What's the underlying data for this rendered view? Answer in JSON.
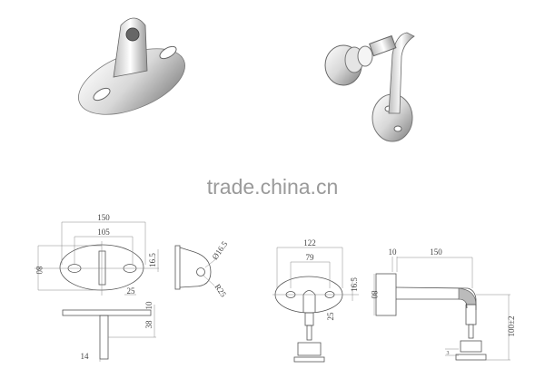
{
  "watermark": "trade.china.cn",
  "drawing_left": {
    "top_view": {
      "width": "150",
      "hole_spacing": "105",
      "height": "80",
      "hole_size": "16.5",
      "slot_offset": "25"
    },
    "side_view": {
      "hole_dia": "Ø16.5",
      "radius": "R25"
    },
    "front_view": {
      "plate_thickness": "10",
      "stem_height": "38",
      "stem_width": "14"
    }
  },
  "drawing_right": {
    "front_view": {
      "width": "122",
      "hole_spacing": "79",
      "hole_size": "16.5",
      "slot_offset": "25"
    },
    "side_view": {
      "plate_thickness": "10",
      "arm_length": "150",
      "plate_height": "80",
      "drop_height": "100±2",
      "glass_gap": "3"
    }
  },
  "colors": {
    "chrome_light": "#f2f2f2",
    "chrome_dark": "#8a8a8a",
    "line": "#555555"
  }
}
